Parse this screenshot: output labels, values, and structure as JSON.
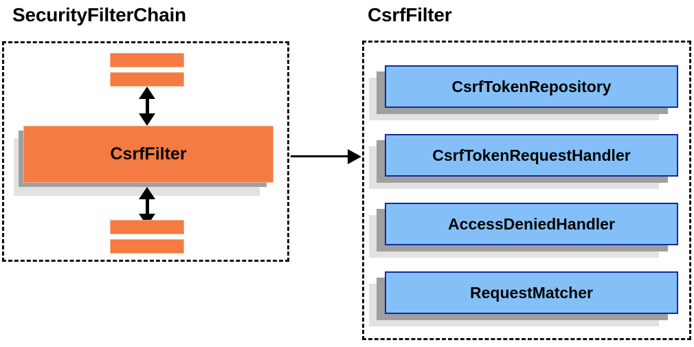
{
  "diagram": {
    "type": "architecture-block-diagram",
    "background_color": "#ffffff",
    "palette": {
      "orange_fill": "#f47b41",
      "orange_border": "#f6b48d",
      "blue_fill": "#84c0f7",
      "blue_border": "#15299c",
      "shadow_dark": "#9f9f9f",
      "shadow_light": "#e2e2e2",
      "stroke": "#111111",
      "text": "#000000"
    }
  },
  "panels": {
    "left": {
      "title": "SecurityFilterChain",
      "border_style": "dashed",
      "nodes": {
        "main_filter": "CsrfFilter",
        "stripes_above_count": 2,
        "stripes_below_count": 2
      }
    },
    "right": {
      "title": "CsrfFilter",
      "border_style": "dashed",
      "collaborators": [
        {
          "label": "CsrfTokenRepository"
        },
        {
          "label": "CsrfTokenRequestHandler"
        },
        {
          "label": "AccessDeniedHandler"
        },
        {
          "label": "RequestMatcher"
        }
      ]
    }
  },
  "arrows": [
    {
      "name": "filter-up-arrow",
      "direction": "bidirectional-vertical"
    },
    {
      "name": "filter-down-arrow",
      "direction": "bidirectional-vertical"
    },
    {
      "name": "panel-link-arrow",
      "direction": "right"
    }
  ]
}
